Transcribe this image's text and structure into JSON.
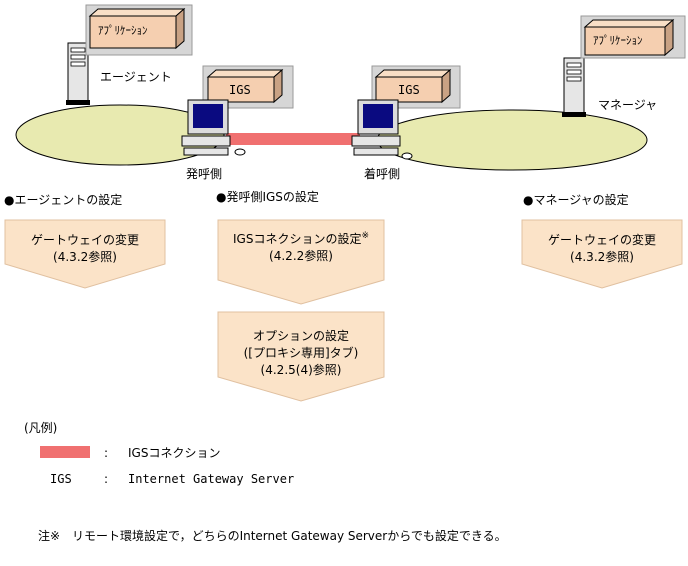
{
  "nodes": {
    "agent_app": "ｱﾌﾟﾘｹｰｼｮﾝ",
    "manager_app": "ｱﾌﾟﾘｹｰｼｮﾝ",
    "igs_left": "IGS",
    "igs_right": "IGS",
    "agent_label": "エージェント",
    "manager_label": "マネージャ",
    "caller_label": "発呼側",
    "callee_label": "着呼側"
  },
  "sections": {
    "agent": {
      "heading": "●エージェントの設定",
      "box_line1": "ゲートウェイの変更",
      "box_line2": "(4.3.2参照)"
    },
    "caller": {
      "heading": "●発呼側IGSの設定",
      "box1_line1": "IGSコネクションの設定",
      "box1_note": "※",
      "box1_line2": "(4.2.2参照)",
      "box2_line1": "オプションの設定",
      "box2_line2": "([プロキシ専用]タブ)",
      "box2_line3": "(4.2.5(4)参照)"
    },
    "manager": {
      "heading": "●マネージャの設定",
      "box_line1": "ゲートウェイの変更",
      "box_line2": "(4.3.2参照)"
    }
  },
  "legend": {
    "title": "(凡例)",
    "line_sep": ":",
    "line_desc": "IGSコネクション",
    "abbr": "IGS",
    "abbr_sep": ":",
    "abbr_desc": "Internet Gateway Server"
  },
  "note": "注※　リモート環境設定で，どちらのInternet Gateway Serverからでも設定できる。",
  "colors": {
    "ellipse": "#e8eab0",
    "connection": "#f07070",
    "box": "#fbe3c8",
    "app_box": "#f5cfb0",
    "panel": "#d6d6d6"
  }
}
